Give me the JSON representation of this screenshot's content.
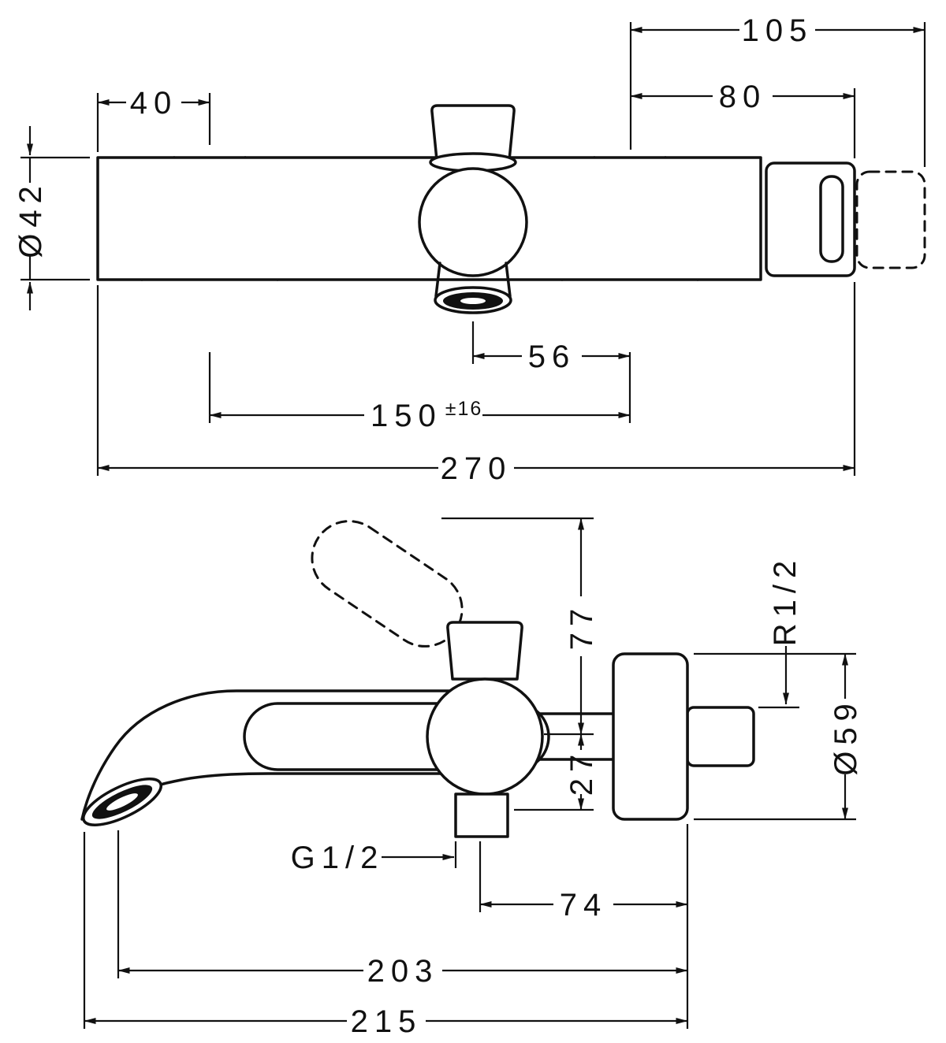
{
  "drawing": {
    "background_color": "#ffffff",
    "line_color": "#111111",
    "dims_top": {
      "w105": "105",
      "w80": "80",
      "w40": "40",
      "dia42": "Ø42",
      "w56": "56",
      "w150": "150",
      "w150_tol": "±16",
      "w270": "270"
    },
    "dims_bottom": {
      "h77": "77",
      "h27": "27",
      "r_half": "R1/2",
      "dia59": "Ø59",
      "g_half": "G1/2",
      "w74": "74",
      "w203": "203",
      "w215": "215"
    }
  }
}
